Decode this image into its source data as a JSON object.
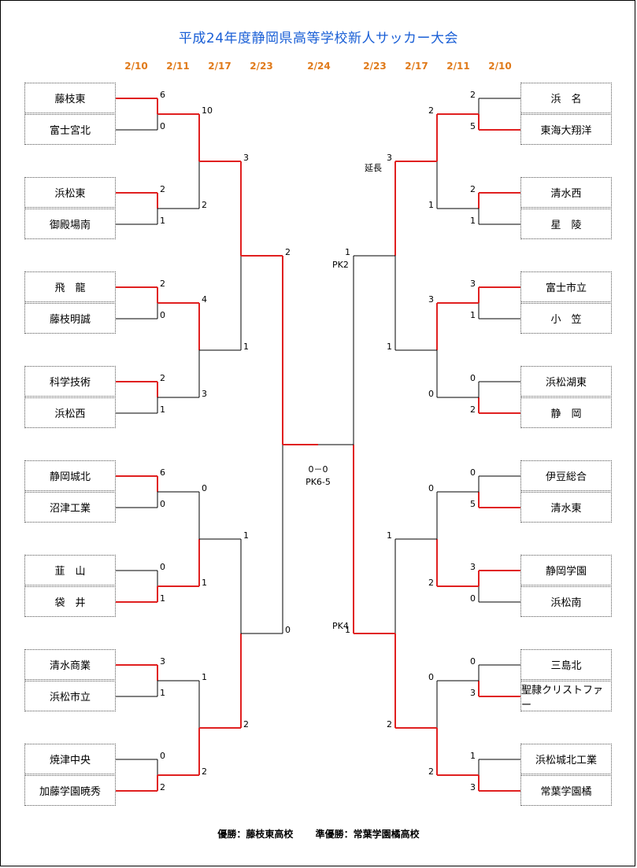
{
  "title": "平成24年度静岡県高等学校新人サッカー大会",
  "dates": [
    "2/10",
    "2/11",
    "2/17",
    "2/23",
    "2/24",
    "2/23",
    "2/17",
    "2/11",
    "2/10"
  ],
  "left_teams": [
    "藤枝東",
    "富士宮北",
    "浜松東",
    "御殿場南",
    "飛　龍",
    "藤枝明誠",
    "科学技術",
    "浜松西",
    "静岡城北",
    "沼津工業",
    "韮　山",
    "袋　井",
    "清水商業",
    "浜松市立",
    "焼津中央",
    "加藤学園暁秀"
  ],
  "right_teams": [
    "浜　名",
    "東海大翔洋",
    "清水西",
    "星　陵",
    "富士市立",
    "小　笠",
    "浜松湖東",
    "静　岡",
    "伊豆総合",
    "清水東",
    "静岡学園",
    "浜松南",
    "三島北",
    "聖隷クリストファー",
    "浜松城北工業",
    "常葉学園橘"
  ],
  "scores": {
    "l1": [
      "6",
      "0",
      "2",
      "1",
      "2",
      "0",
      "2",
      "1",
      "6",
      "0",
      "0",
      "1",
      "3",
      "1",
      "0",
      "2"
    ],
    "l2": [
      "10",
      "2",
      "4",
      "3",
      "0",
      "1",
      "1",
      "2"
    ],
    "l3": [
      "3",
      "1",
      "1",
      "2"
    ],
    "l4": [
      "2",
      "0"
    ],
    "r1": [
      "2",
      "5",
      "2",
      "1",
      "3",
      "1",
      "0",
      "2",
      "0",
      "5",
      "3",
      "0",
      "0",
      "3",
      "1",
      "3"
    ],
    "r2": [
      "2",
      "1",
      "3",
      "0",
      "0",
      "2",
      "0",
      "2"
    ],
    "r3": [
      "3",
      "1",
      "1",
      "2"
    ],
    "r4": [
      "1",
      "1"
    ]
  },
  "notes": {
    "extra_time": "延長",
    "pk_top": "PK2",
    "pk_bottom": "PK4",
    "final_score": "0－0",
    "final_pk": "PK6-5"
  },
  "footer": {
    "winner": "優勝：藤枝東高校",
    "runner_up": "準優勝：常葉学園橘高校"
  },
  "colors": {
    "winner_line": "#e02020",
    "line": "#000000",
    "title": "#1a5fd6",
    "date": "#e07a1a"
  }
}
